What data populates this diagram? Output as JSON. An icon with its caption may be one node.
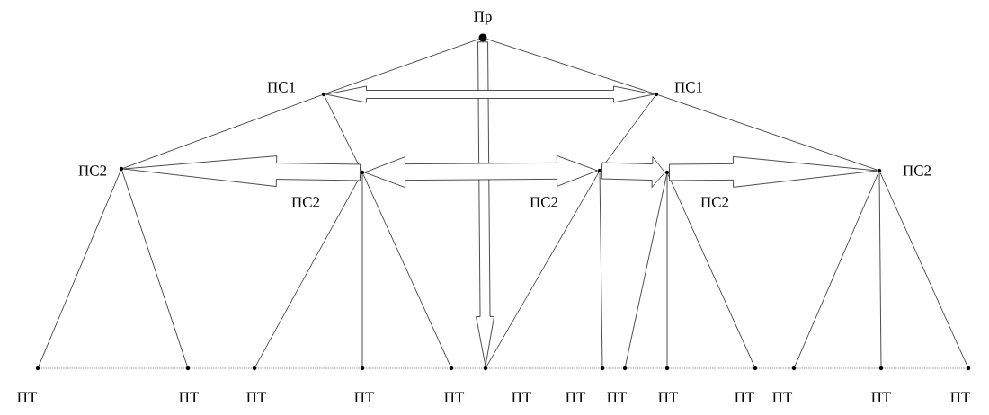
{
  "diagram": {
    "nodes": [
      {
        "text": [],
        "shape": "circle",
        "beside": [
          "Пр"
        ]
      },
      {
        "text": [],
        "shape": "circle",
        "beside": [
          "ПС1"
        ]
      },
      {
        "text": [],
        "shape": "circle",
        "beside": [
          "ПС1"
        ]
      },
      {
        "text": [],
        "shape": "circle",
        "beside": [
          "ПС2"
        ]
      },
      {
        "text": [],
        "shape": "circle",
        "beside": [
          "ПС2"
        ]
      },
      {
        "text": [],
        "shape": "circle",
        "beside": [
          "ПС2"
        ]
      },
      {
        "text": [],
        "shape": "circle",
        "beside": [
          "ПС2"
        ]
      },
      {
        "text": [],
        "shape": "circle",
        "beside": [
          "ПС2"
        ]
      },
      {
        "text": [],
        "shape": "circle",
        "beside": [
          "ПТ"
        ]
      },
      {
        "text": [],
        "shape": "circle",
        "beside": [
          "ПТ"
        ]
      },
      {
        "text": [],
        "shape": "circle",
        "beside": [
          "ПТ"
        ]
      },
      {
        "text": [],
        "shape": "circle",
        "beside": [
          "ПТ"
        ]
      },
      {
        "text": [],
        "shape": "circle",
        "beside": [
          "ПТ"
        ]
      },
      {
        "text": [],
        "shape": "circle",
        "beside": [
          "ПТ"
        ]
      },
      {
        "text": [],
        "shape": "circle",
        "beside": [
          "ПТ"
        ]
      },
      {
        "text": [],
        "shape": "circle",
        "beside": [
          "ПТ"
        ]
      },
      {
        "text": [],
        "shape": "circle",
        "beside": [
          "ПТ"
        ]
      },
      {
        "text": [],
        "shape": "circle",
        "beside": [
          "ПТ"
        ]
      },
      {
        "text": [],
        "shape": "circle",
        "beside": [
          "ПТ"
        ]
      },
      {
        "text": [],
        "shape": "circle",
        "beside": [
          "ПТ"
        ]
      },
      {
        "text": [],
        "shape": "circle",
        "beside": [
          "ПТ"
        ]
      }
    ],
    "edges": [
      {
        "from": 0,
        "to": 1,
        "arrow": "none"
      },
      {
        "from": 1,
        "to": 3,
        "arrow": "none"
      },
      {
        "from": 0,
        "to": 2,
        "arrow": "none"
      },
      {
        "from": 2,
        "to": 7,
        "arrow": "none"
      },
      {
        "from": 1,
        "to": 4,
        "arrow": "none"
      },
      {
        "from": 2,
        "to": 5,
        "arrow": "none"
      },
      {
        "from": 3,
        "to": 8,
        "arrow": "none"
      },
      {
        "from": 3,
        "to": 9,
        "arrow": "none"
      },
      {
        "from": 4,
        "to": 10,
        "arrow": "none"
      },
      {
        "from": 4,
        "to": 11,
        "arrow": "none"
      },
      {
        "from": 4,
        "to": 12,
        "arrow": "none"
      },
      {
        "from": 5,
        "to": 13,
        "arrow": "none"
      },
      {
        "from": 5,
        "to": 14,
        "arrow": "none"
      },
      {
        "from": 6,
        "to": 15,
        "arrow": "none"
      },
      {
        "from": 6,
        "to": 16,
        "arrow": "none"
      },
      {
        "from": 6,
        "to": 17,
        "arrow": "none"
      },
      {
        "from": 7,
        "to": 18,
        "arrow": "none"
      },
      {
        "from": 7,
        "to": 19,
        "arrow": "none"
      },
      {
        "from": 7,
        "to": 20,
        "arrow": "none"
      },
      {
        "from": 0,
        "to": 13,
        "arrow": "to",
        "style": "thick"
      },
      {
        "from": 1,
        "to": 2,
        "arrow": "both",
        "style": "thick"
      },
      {
        "from": 4,
        "to": 3,
        "arrow": "to",
        "style": "thick"
      },
      {
        "from": 4,
        "to": 5,
        "arrow": "both",
        "style": "thick"
      },
      {
        "from": 5,
        "to": 6,
        "arrow": "to",
        "style": "thick"
      },
      {
        "from": 6,
        "to": 7,
        "arrow": "to",
        "style": "thick"
      },
      {
        "from": 8,
        "to": 9,
        "arrow": "none",
        "style": "dashed"
      },
      {
        "from": 9,
        "to": 10,
        "arrow": "none",
        "style": "dashed"
      },
      {
        "from": 10,
        "to": 11,
        "arrow": "none",
        "style": "dashed"
      },
      {
        "from": 11,
        "to": 12,
        "arrow": "none",
        "style": "dashed"
      },
      {
        "from": 12,
        "to": 13,
        "arrow": "none",
        "style": "dashed"
      },
      {
        "from": 13,
        "to": 14,
        "arrow": "none",
        "style": "dashed"
      },
      {
        "from": 14,
        "to": 15,
        "arrow": "none",
        "style": "dashed"
      },
      {
        "from": 15,
        "to": 16,
        "arrow": "none",
        "style": "dashed"
      },
      {
        "from": 16,
        "to": 17,
        "arrow": "none",
        "style": "dashed"
      },
      {
        "from": 17,
        "to": 18,
        "arrow": "none",
        "style": "dashed"
      },
      {
        "from": 18,
        "to": 19,
        "arrow": "none",
        "style": "dashed"
      },
      {
        "from": 19,
        "to": 20,
        "arrow": "none",
        "style": "dashed"
      }
    ]
  }
}
